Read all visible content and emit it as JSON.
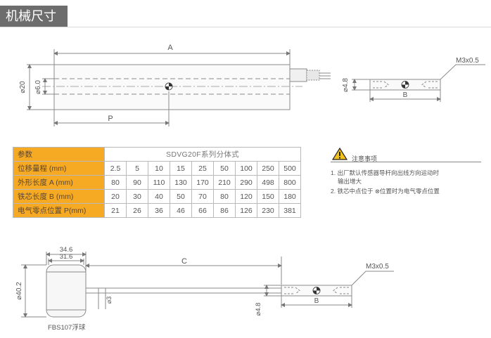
{
  "title": "机械尺寸",
  "top_drawing": {
    "length_label": "A",
    "position_label": "P",
    "outer_dia": "⌀20",
    "inner_dia": "⌀6.0"
  },
  "core_drawing": {
    "dia": "⌀4.8",
    "length_label": "B",
    "thread": "M3x0.5"
  },
  "table": {
    "header_label": "参数",
    "model": "SDVG20F系列分体式",
    "rows": [
      {
        "label": "位移量程 (mm)",
        "values": [
          "2.5",
          "5",
          "10",
          "15",
          "25",
          "50",
          "100",
          "250",
          "500"
        ]
      },
      {
        "label": "外形长度 A (mm)",
        "values": [
          "80",
          "90",
          "110",
          "130",
          "170",
          "210",
          "290",
          "498",
          "800"
        ]
      },
      {
        "label": "铁芯长度 B (mm)",
        "values": [
          "20",
          "30",
          "40",
          "50",
          "70",
          "80",
          "120",
          "150",
          "180"
        ]
      },
      {
        "label": "电气零点位置 P(mm)",
        "values": [
          "21",
          "26",
          "36",
          "46",
          "66",
          "86",
          "126",
          "230",
          "381"
        ]
      }
    ]
  },
  "notes": {
    "header": "注意事项",
    "line1": "1. 出厂默认传感器导杆向出线方向运动时",
    "line1b": "输出增大",
    "line2": "2. 铁芯中点位于 ⊗位置时为电气零点位置"
  },
  "float_drawing": {
    "width_outer": "34.6",
    "width_inner": "31.6",
    "float_dia": "⌀40.2",
    "rod_dia": "⌀3",
    "length_label": "C",
    "core_dia": "⌀4.8",
    "core_length": "B",
    "thread": "M3x0.5",
    "caption": "FBS107浮球"
  }
}
